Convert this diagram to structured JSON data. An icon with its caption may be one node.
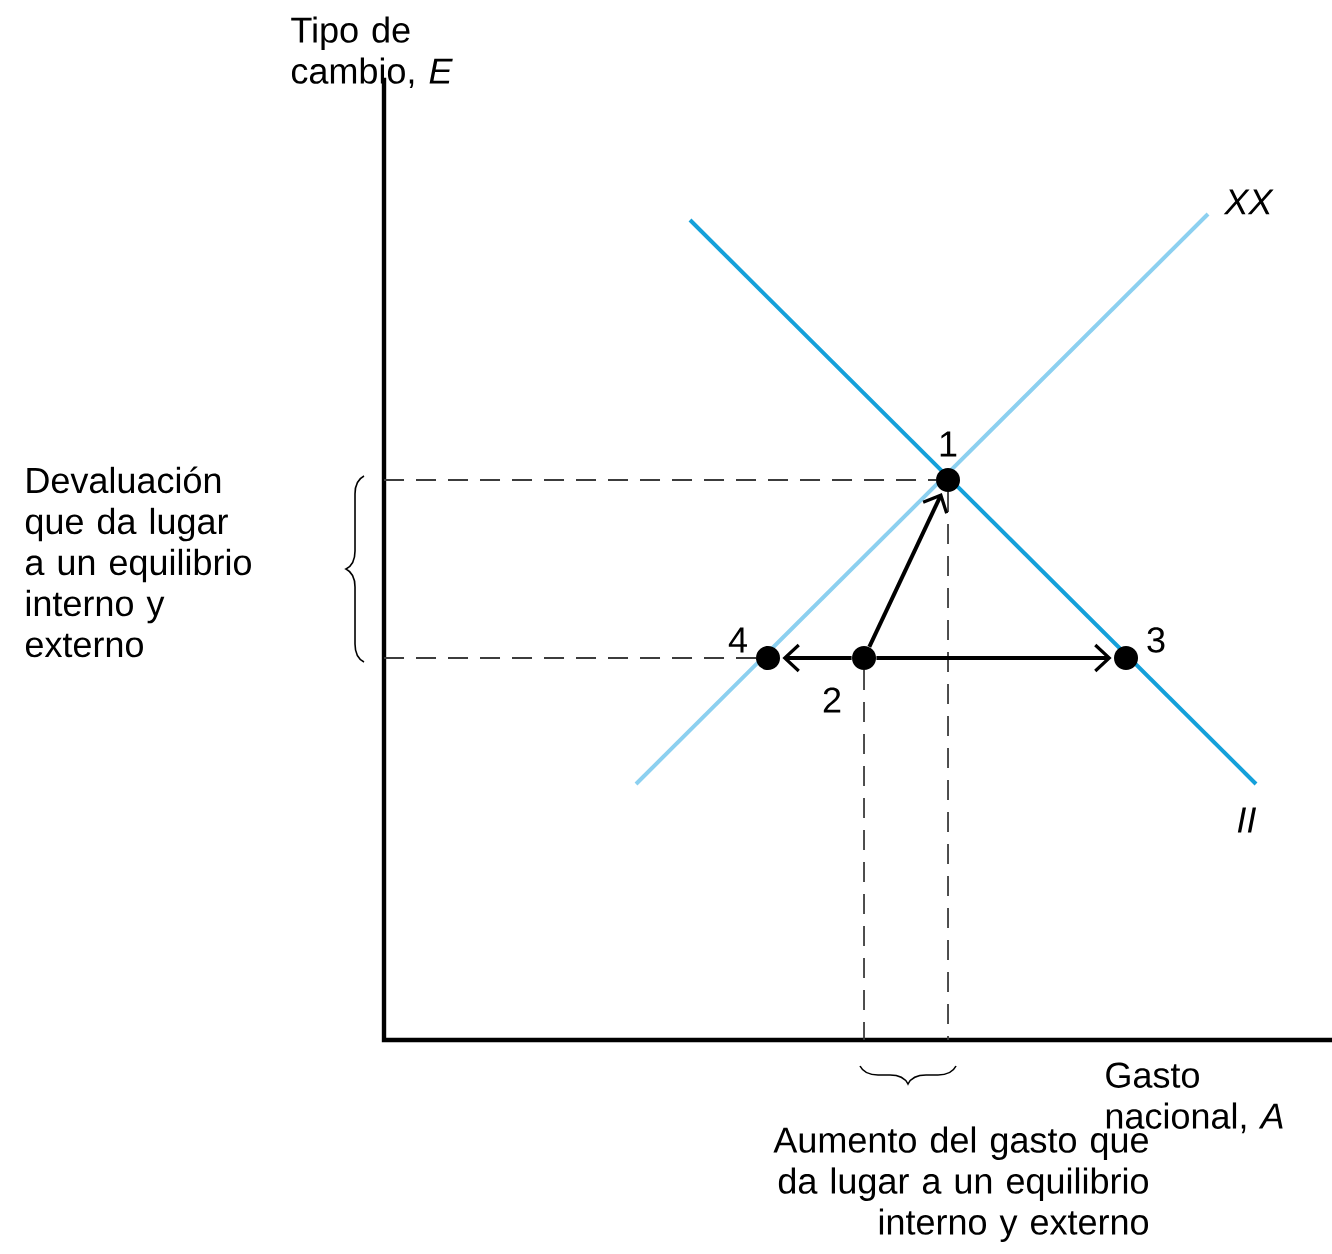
{
  "diagram": {
    "nodes": [
      {
        "text": [],
        "shape": "circle",
        "beside": [
          "1"
        ]
      },
      {
        "text": [],
        "shape": "circle",
        "beside": [
          "2"
        ]
      },
      {
        "text": [],
        "shape": "circle",
        "beside": [
          "3"
        ]
      },
      {
        "text": [],
        "shape": "circle",
        "beside": [
          "4"
        ]
      }
    ],
    "edges": [
      {
        "from": 1,
        "to": 0,
        "arrow": "to"
      },
      {
        "from": 1,
        "to": 2,
        "arrow": "to"
      },
      {
        "from": 1,
        "to": 3,
        "arrow": "to"
      }
    ],
    "labels": [
      "Tipo de cambio, *E*",
      "XX",
      "Devaluación que da lugar a un equilibrio interno y externo",
      "II",
      "Gasto nacional, *A*",
      "Aumento del gasto que da lugar a un equilibrio interno y externo"
    ]
  }
}
